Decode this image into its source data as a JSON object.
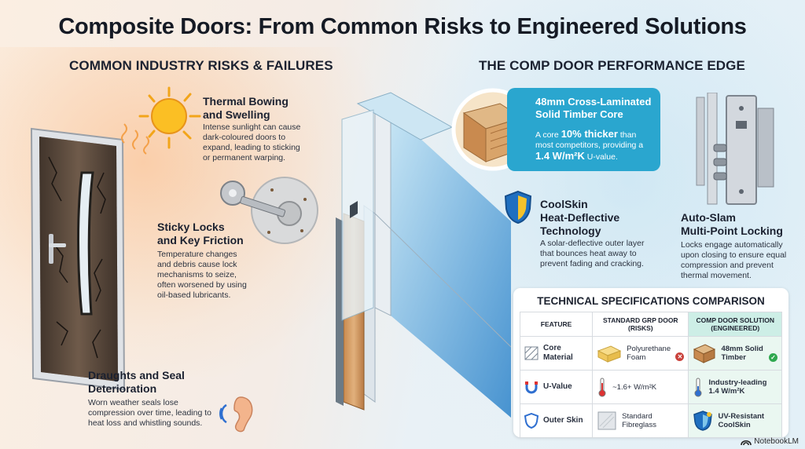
{
  "title": "Composite Doors: From Common Risks to Engineered Solutions",
  "left": {
    "heading": "COMMON INDUSTRY RISKS & FAILURES",
    "risks": [
      {
        "title": "Thermal Bowing\nand Swelling",
        "body": "Intense sunlight can cause\ndark-coloured doors to\nexpand, leading to sticking\nor permanent warping."
      },
      {
        "title": "Sticky Locks\nand Key Friction",
        "body": "Temperature changes\nand debris cause lock\nmechanisms to seize,\noften worsened by using\noil-based lubricants."
      },
      {
        "title": "Draughts and Seal\nDeterioration",
        "body": "Worn weather seals lose\ncompression over time, leading to\nheat loss and whistling sounds."
      }
    ]
  },
  "right": {
    "heading": "THE COMP DOOR PERFORMANCE EDGE",
    "core_callout": {
      "title": "48mm Cross-Laminated\nSolid Timber Core",
      "body_pre": "A core ",
      "body_bold1": "10% thicker",
      "body_mid": " than most competitors, providing a ",
      "body_bold2": "1.4 W/m²K",
      "body_post": " U-value."
    },
    "coolskin": {
      "title": "CoolSkin\nHeat-Deflective\nTechnology",
      "body": "A solar-deflective outer layer\nthat bounces heat away to\nprevent fading and cracking."
    },
    "autoslam": {
      "title": "Auto-Slam\nMulti-Point Locking",
      "body": "Locks engage automatically\nupon closing to ensure equal\ncompression and prevent\nthermal movement."
    }
  },
  "table": {
    "title": "TECHNICAL SPECIFICATIONS COMPARISON",
    "headers": [
      "FEATURE",
      "STANDARD GRP DOOR\n(RISKS)",
      "COMP DOOR SOLUTION\n(ENGINEERED)"
    ],
    "rows": [
      {
        "feature": "Core\nMaterial",
        "standard": "Polyurethane\nFoam",
        "comp": "48mm Solid\nTimber"
      },
      {
        "feature": "U-Value",
        "standard": "~1.6+ W/m²K",
        "comp": "Industry-leading\n1.4 W/m²K"
      },
      {
        "feature": "Outer Skin",
        "standard": "Standard\nFibreglass",
        "comp": "UV-Resistant\nCoolSkin"
      }
    ]
  },
  "footer": {
    "brand": "NotebookLM"
  },
  "colors": {
    "accent": "#2aa6cf",
    "good": "#2fa84f",
    "bad": "#c9413b",
    "highlight": "#cdeee6"
  }
}
